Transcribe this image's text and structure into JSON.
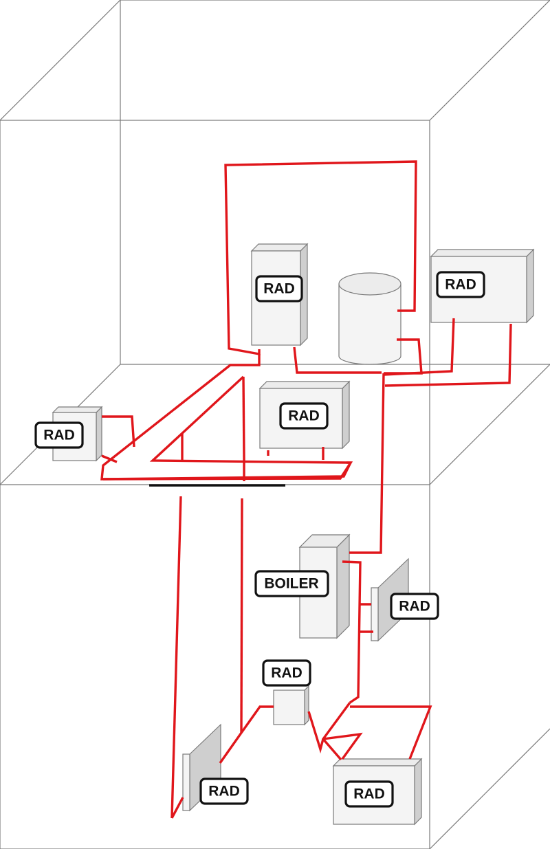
{
  "labels": {
    "rad_upper_center": "RAD",
    "rad_upper_right": "RAD",
    "rad_mid_left": "RAD",
    "rad_mid_center": "RAD",
    "boiler": "BOILER",
    "rad_lower_right_wall": "RAD",
    "rad_lower_center": "RAD",
    "rad_lower_left": "RAD",
    "rad_lower_right": "RAD"
  },
  "colors": {
    "pipe": "#e0161b",
    "outline": "#7a7a7a",
    "label_border": "#111111"
  }
}
